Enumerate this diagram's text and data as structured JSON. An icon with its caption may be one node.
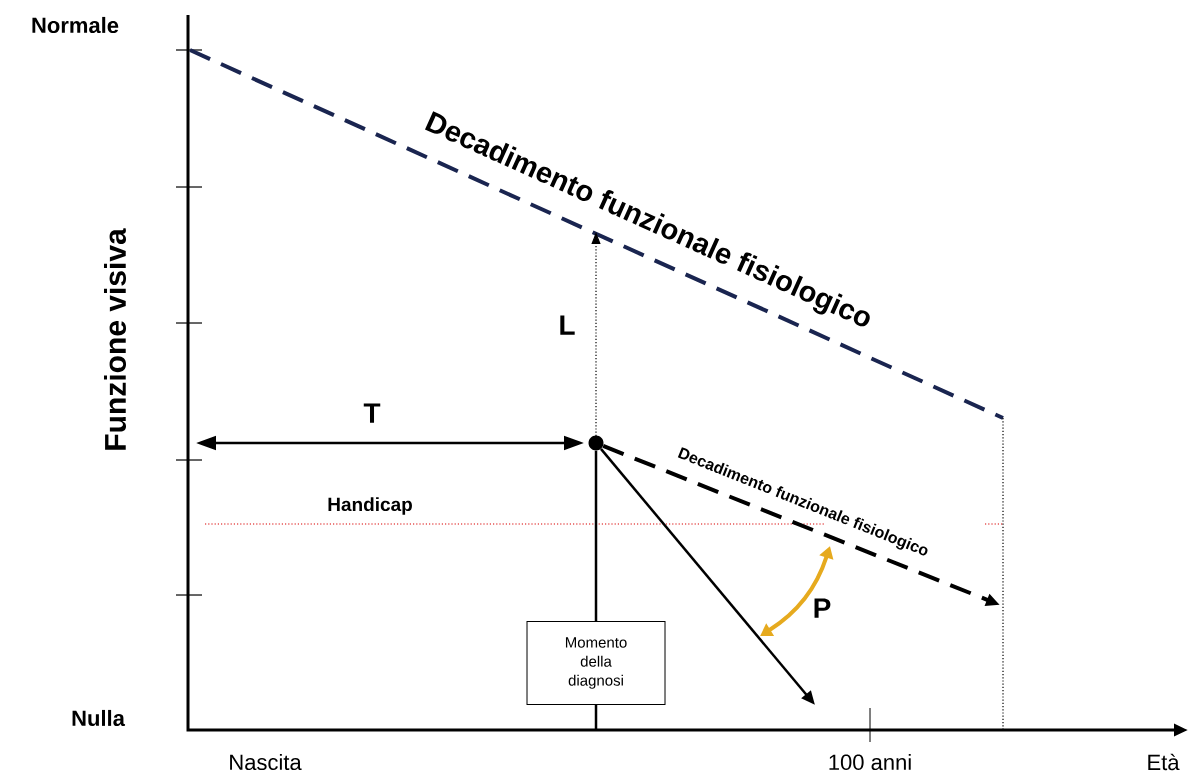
{
  "diagram": {
    "nodes": [
      {
        "text": [
          "Momento della diagnosi"
        ]
      },
      {
        "text": [],
        "shape": "circle"
      }
    ],
    "edges": [
      {
        "from": 1,
        "to": 0,
        "arrow": "none"
      },
      {
        "from": 1,
        "to": null,
        "arrow": "to"
      },
      {
        "from": 1,
        "to": null,
        "arrow": "to",
        "style": "dashed"
      }
    ],
    "labels": [
      "Normale",
      "Funzione visiva",
      "Nulla",
      "Decadimento funzionale fisiologico",
      "L",
      "T",
      "Decadimento funzionale fisiologico",
      "Handicap",
      "P",
      "Nascita",
      "100 anni",
      "Età"
    ]
  }
}
